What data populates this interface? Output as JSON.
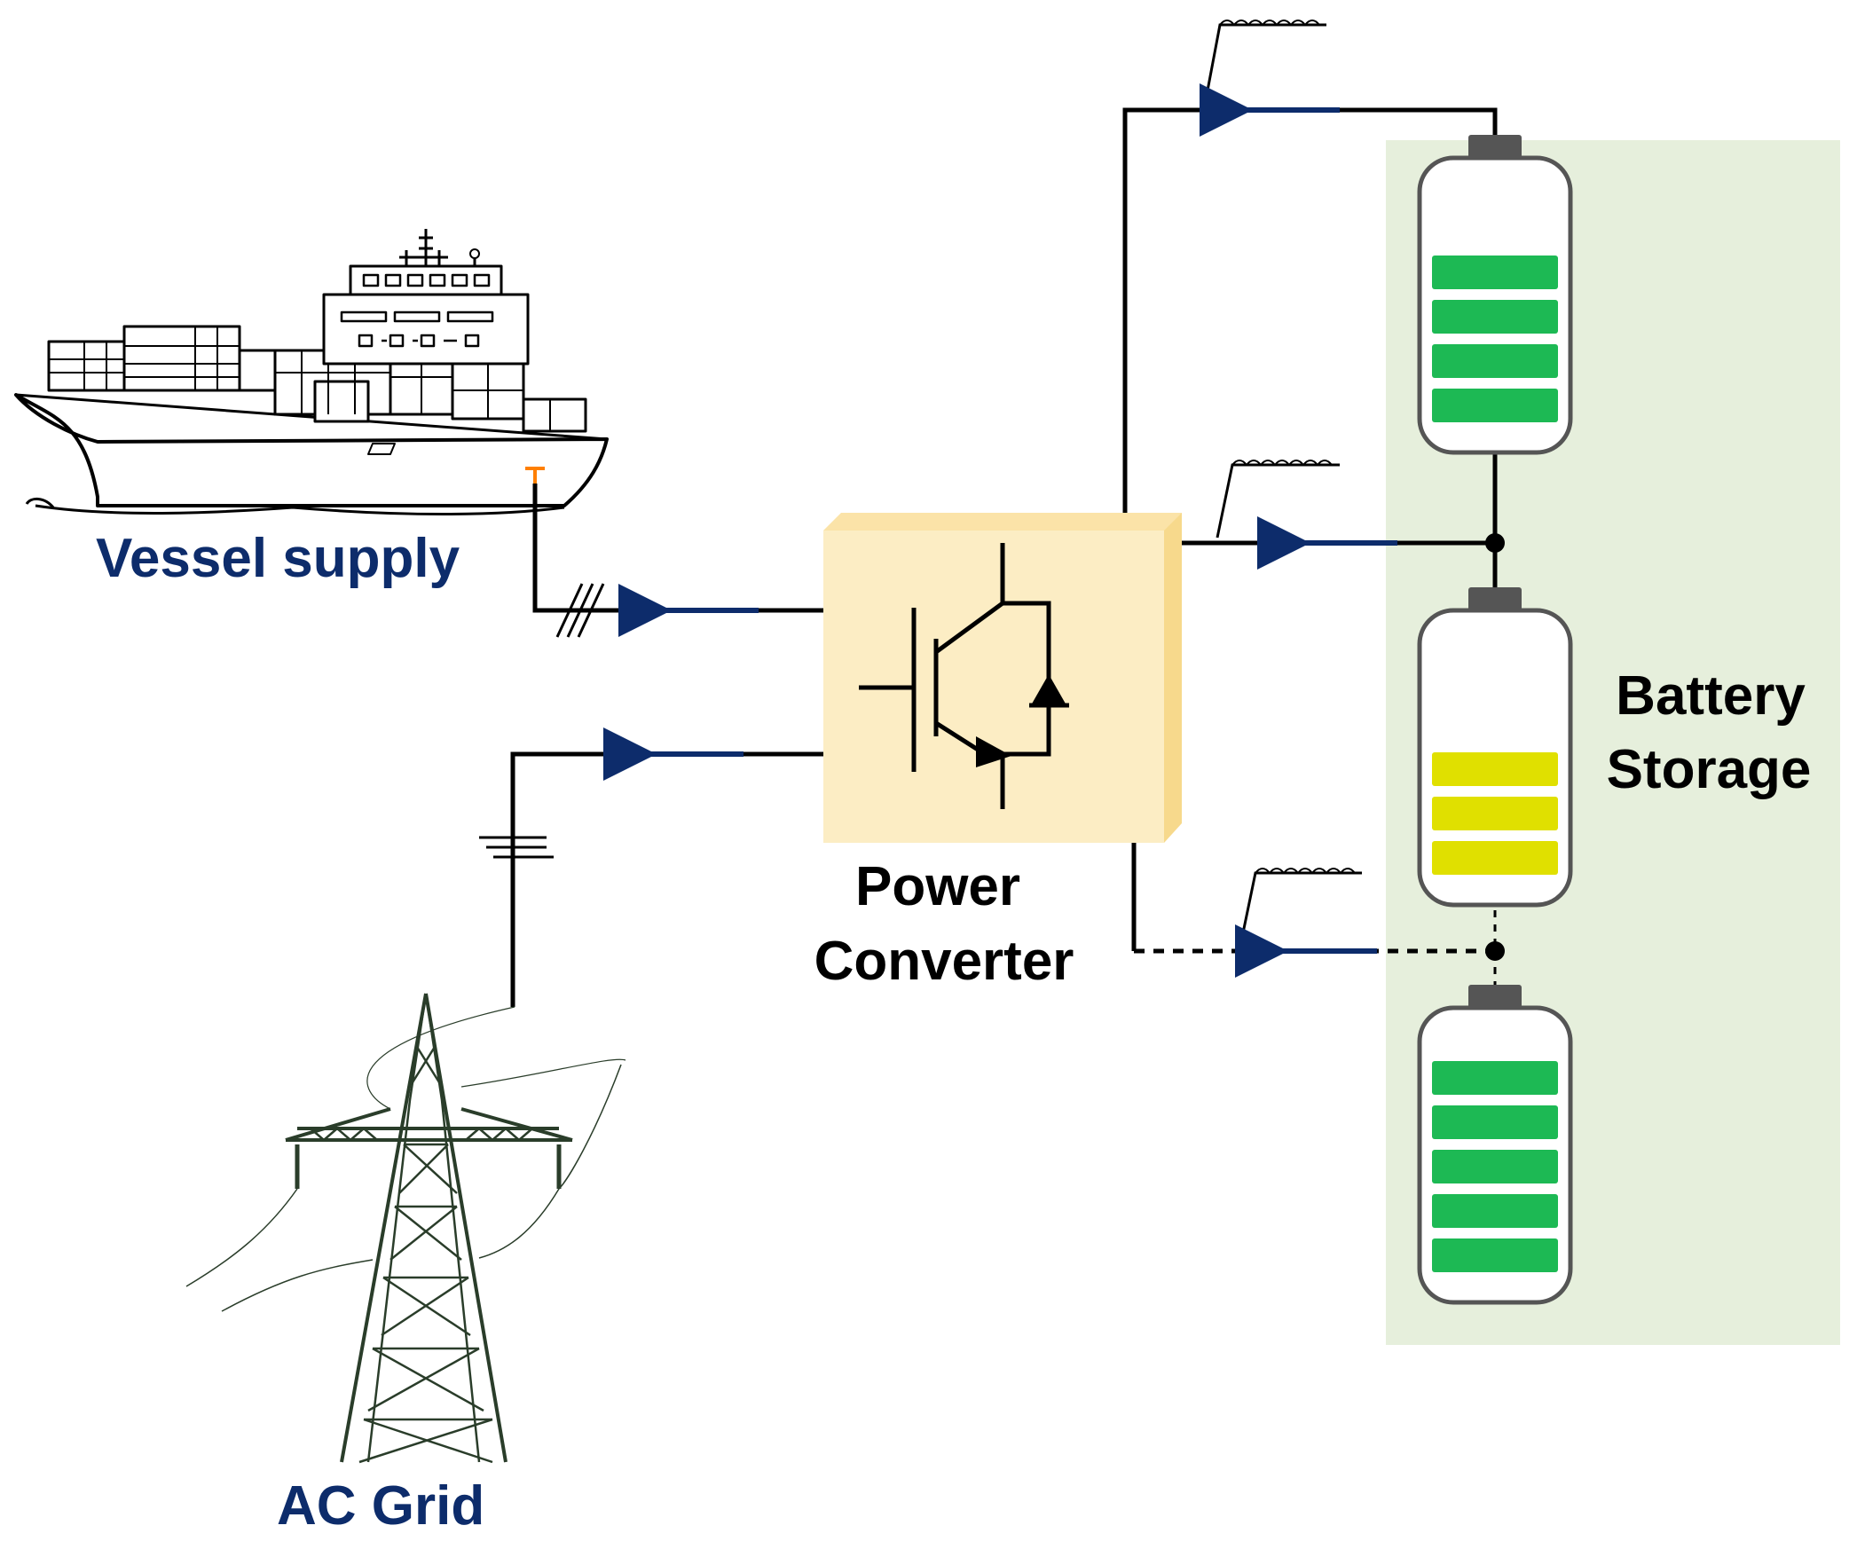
{
  "labels": {
    "vessel": "Vessel supply",
    "grid": "AC Grid",
    "converter_line1": "Power",
    "converter_line2": "Converter",
    "storage_line1": "Battery",
    "storage_line2": "Storage"
  },
  "colors": {
    "vessel_label": "#0d2c6b",
    "grid_label": "#0d2c6b",
    "arrow": "#0d2c6b",
    "converter_fill": "#fcedc4",
    "converter_side": "#f7d98c",
    "storage_panel": "#e6efdc",
    "battery_full": "#1db954",
    "battery_mid": "#e0e000",
    "battery_cap": "#555555",
    "wire": "#000000",
    "tower": "#2a3d2a",
    "ship_terminal": "#ff7f00"
  },
  "batteries": [
    {
      "name": "battery-top",
      "charge_bars": 4,
      "color": "battery_full"
    },
    {
      "name": "battery-middle",
      "charge_bars": 3,
      "color": "battery_mid"
    },
    {
      "name": "battery-bottom",
      "charge_bars": 5,
      "color": "battery_full"
    }
  ]
}
